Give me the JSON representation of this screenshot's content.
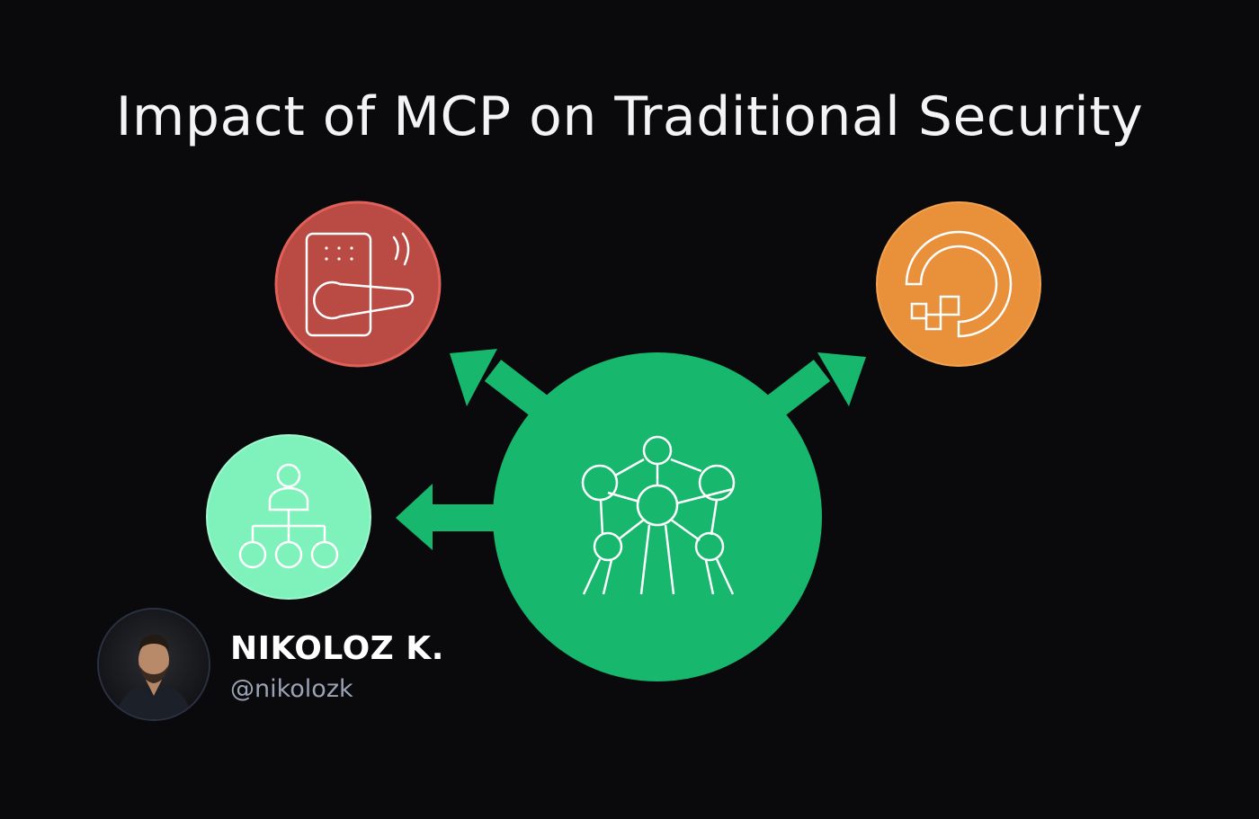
{
  "title": "Impact of MCP on Traditional Security",
  "colors": {
    "background": "#0a0a0c",
    "hub": "#17b86d",
    "lock_node": "#b94a44",
    "lock_node_border": "#e0605a",
    "digitalocean_node": "#e8903a",
    "org_node": "#7ff2bb",
    "arrow": "#17b86d",
    "icon_stroke": "#ffffff"
  },
  "nodes": {
    "hub": {
      "icon": "network-hub-icon"
    },
    "lock": {
      "icon": "smart-lock-icon"
    },
    "digitalocean": {
      "icon": "digitalocean-logo-icon"
    },
    "org": {
      "icon": "org-chart-icon"
    }
  },
  "author": {
    "name": "NIKOLOZ K.",
    "handle": "@nikolozk",
    "avatar_icon": "person-avatar-icon"
  }
}
